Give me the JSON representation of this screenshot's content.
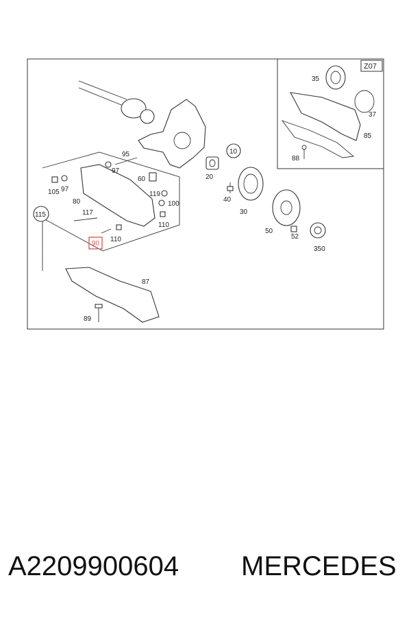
{
  "diagram": {
    "inset_code": "Z07",
    "labels": {
      "l35": "35",
      "l37": "37",
      "l85": "85",
      "l88": "88",
      "l10": "10",
      "l20": "20",
      "l40": "40",
      "l30": "30",
      "l50": "50",
      "l52": "52",
      "l350": "350",
      "l95": "95",
      "l97a": "97",
      "l60": "60",
      "l105": "105",
      "l97b": "97",
      "l80": "80",
      "l119": "119",
      "l100": "100",
      "l110a": "110",
      "l117": "117",
      "l115": "115",
      "l110b": "110",
      "l90": "90",
      "l87": "87",
      "l89": "89"
    },
    "highlight_color": "#e05a5a"
  },
  "caption": {
    "part_number": "A2209900604",
    "brand": "MERCEDES"
  }
}
